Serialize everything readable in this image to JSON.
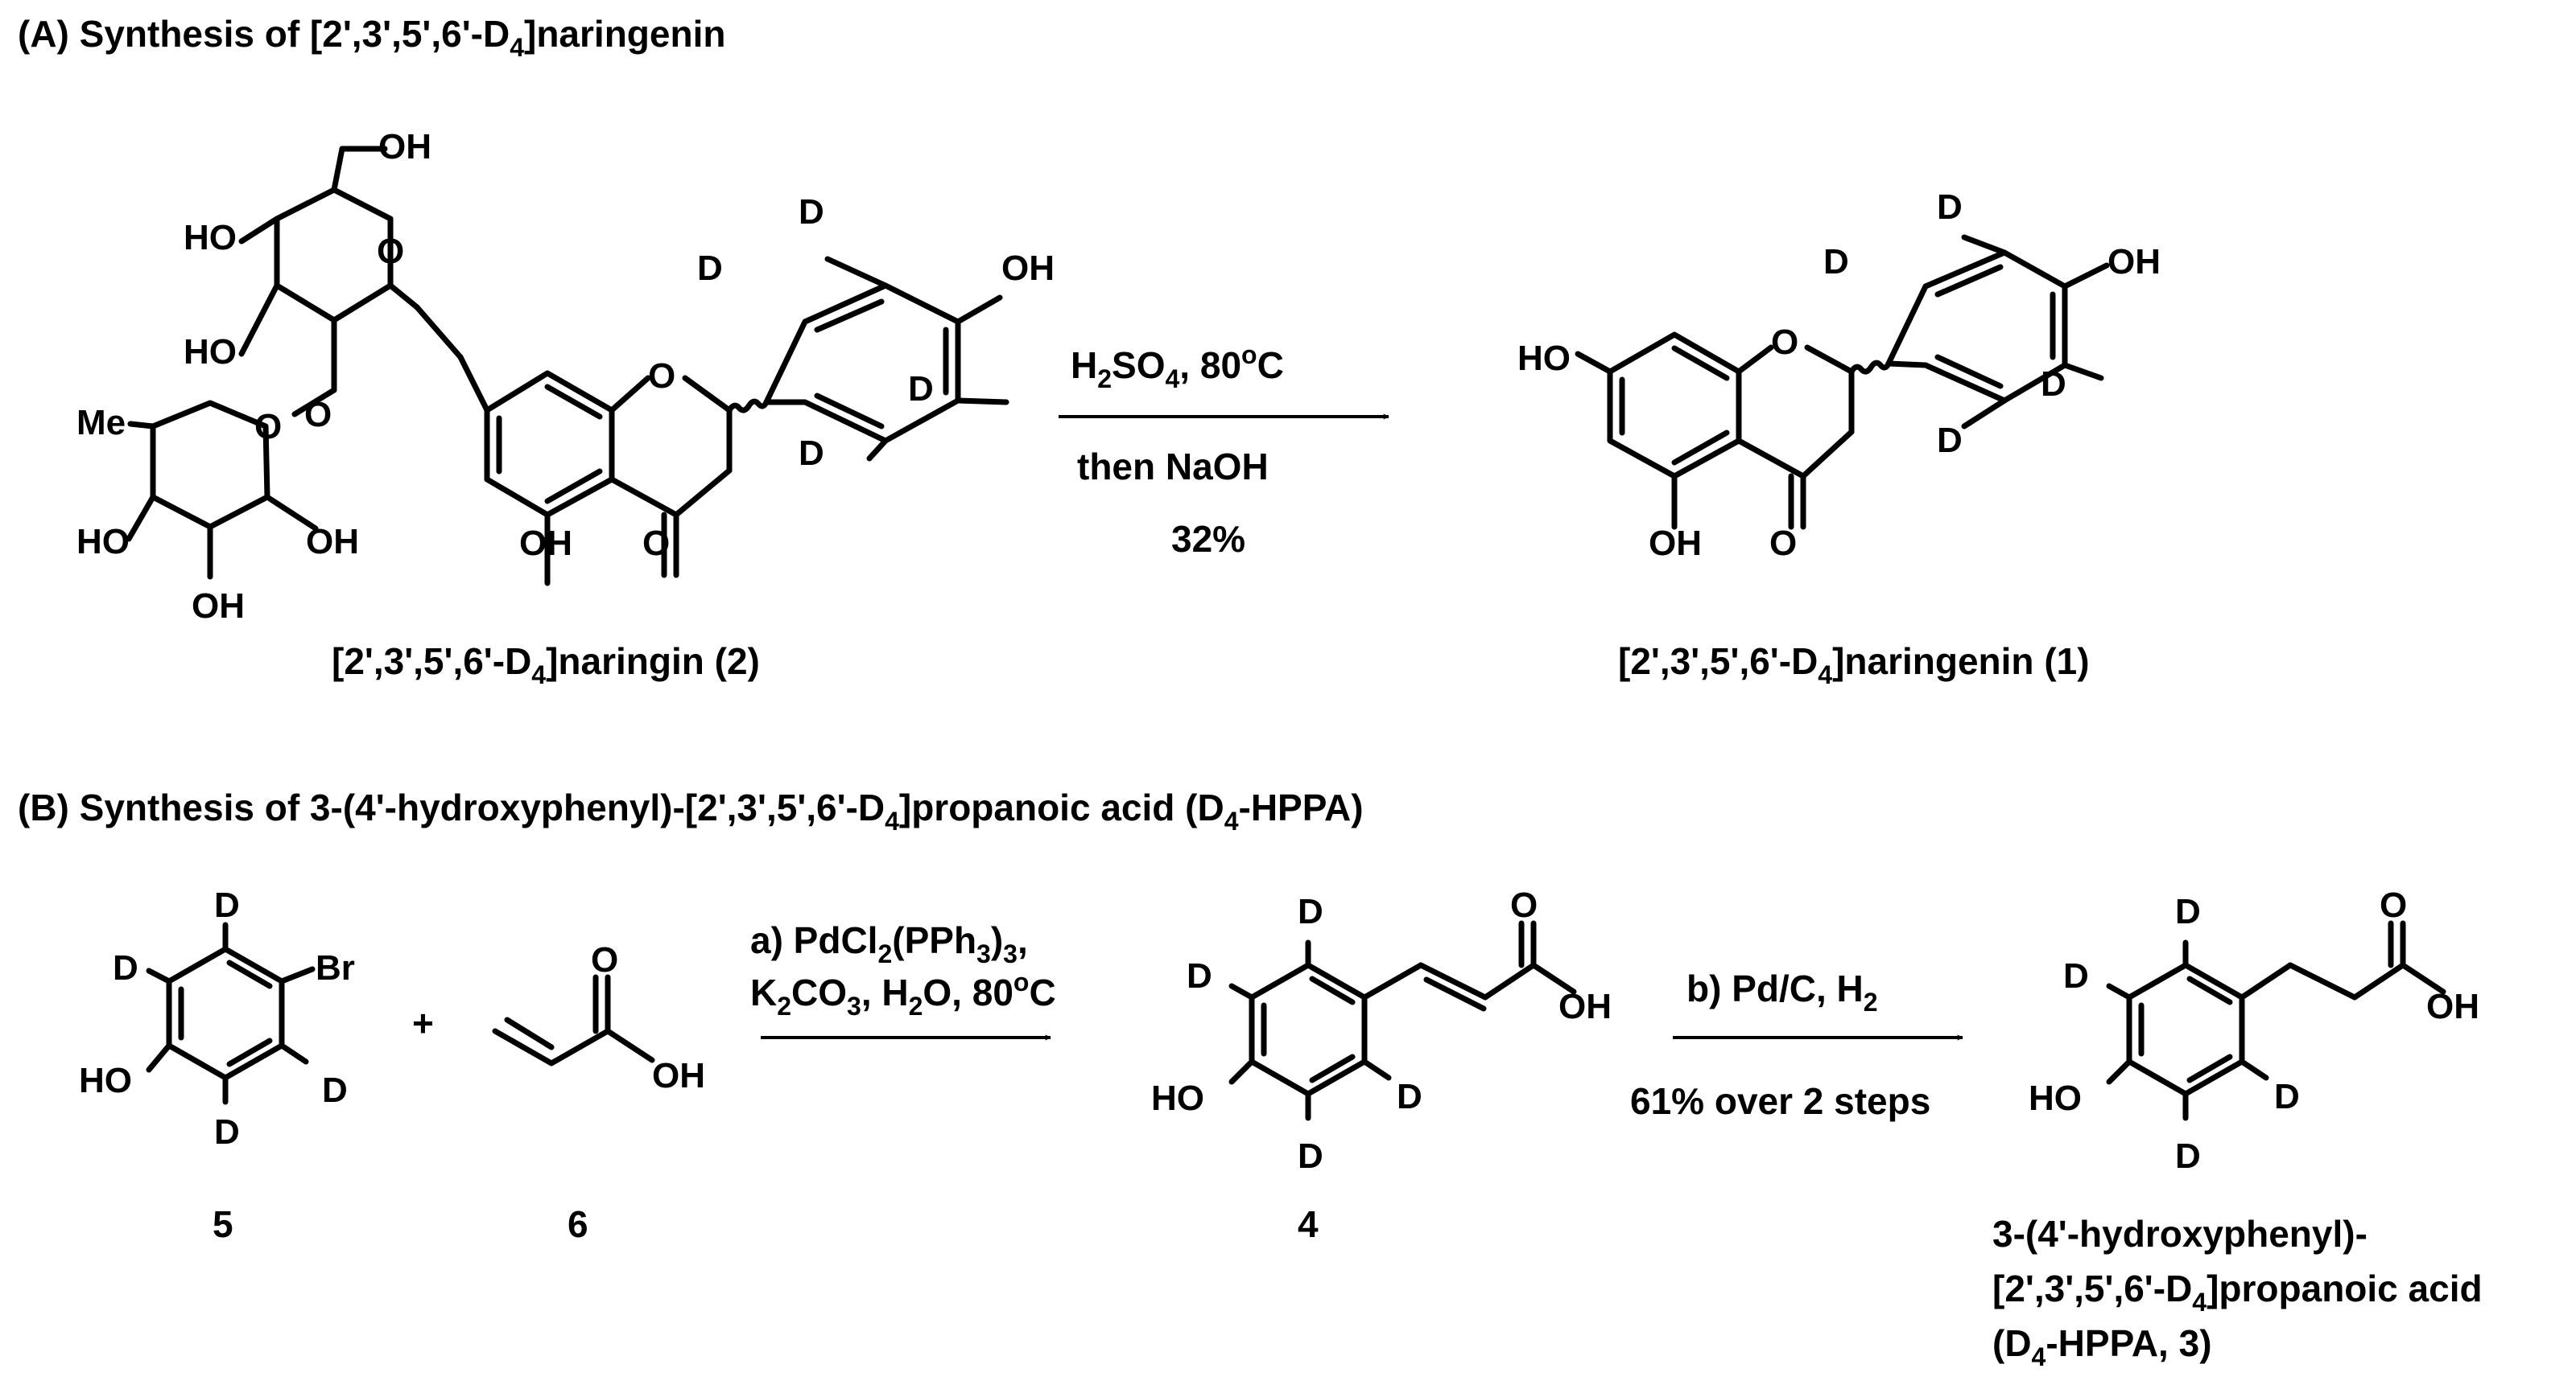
{
  "colors": {
    "deuterium": "#ee1111",
    "ink": "#000000"
  },
  "part_a": {
    "heading": {
      "prefix": "(A) Synthesis of [2',3',5',6'-D",
      "sub": "4",
      "suffix": "]naringenin"
    },
    "start": {
      "atoms": {
        "oh_top": "OH",
        "ho_ring1": "HO",
        "o_ring1": "O",
        "ho_ring2": "HO",
        "me": "Me",
        "o_ring2": "O",
        "o_link": "O",
        "ho_bl": "HO",
        "oh_br": "OH",
        "oh_bottom": "OH",
        "o_chroman": "O",
        "oh_chroman": "OH",
        "o_ketone": "O",
        "oh_phenyl": "OH"
      },
      "deuterium": [
        "D",
        "D",
        "D",
        "D"
      ],
      "label": {
        "prefix": "[2',3',5',6'-D",
        "sub": "4",
        "suffix": "]naringin (2)"
      }
    },
    "reagents": {
      "l1": {
        "a": "H",
        "s1": "2",
        "b": "SO",
        "s2": "4",
        "c": ", 80",
        "sup": "o",
        "d": "C"
      },
      "l2": "then NaOH",
      "l3": "32%"
    },
    "product": {
      "atoms": {
        "ho_left": "HO",
        "o_chroman": "O",
        "oh_bottom": "OH",
        "o_ketone": "O",
        "oh_phenyl": "OH"
      },
      "deuterium": [
        "D",
        "D",
        "D",
        "D"
      ],
      "label": {
        "prefix": "[2',3',5',6'-D",
        "sub": "4",
        "suffix": "]naringenin (1)"
      }
    }
  },
  "part_b": {
    "heading": {
      "prefix": "(B) Synthesis of 3-(4'-hydroxyphenyl)-[2',3',5',6'-D",
      "sub": "4",
      "suffix": "]propanoic acid (D",
      "sub2": "4",
      "suffix2": "-HPPA)"
    },
    "compound_5": {
      "br": "Br",
      "ho": "HO",
      "deuterium": [
        "D",
        "D",
        "D",
        "D"
      ],
      "number": "5"
    },
    "plus": "+",
    "compound_6": {
      "o": "O",
      "oh": "OH",
      "number": "6"
    },
    "step_a": {
      "l1": {
        "a": "a) PdCl",
        "s1": "2",
        "b": "(PPh",
        "s2": "3",
        "c": ")",
        "s3": "3",
        "d": ","
      },
      "l2": {
        "a": "K",
        "s1": "2",
        "b": "CO",
        "s2": "3",
        "c": ", H",
        "s3": "2",
        "d": "O, 80",
        "sup": "o",
        "e": "C"
      }
    },
    "compound_4": {
      "o": "O",
      "oh": "OH",
      "ho": "HO",
      "deuterium": [
        "D",
        "D",
        "D",
        "D"
      ],
      "number": "4"
    },
    "step_b": {
      "l1": {
        "a": "b) Pd/C, H",
        "s1": "2"
      },
      "l2": "61% over 2 steps"
    },
    "compound_3": {
      "o": "O",
      "oh": "OH",
      "ho": "HO",
      "deuterium": [
        "D",
        "D",
        "D",
        "D"
      ],
      "label_l1": "3-(4'-hydroxyphenyl)-",
      "label_l2": {
        "prefix": "[2',3',5',6'-D",
        "sub": "4",
        "suffix": "]propanoic acid"
      },
      "label_l3": {
        "prefix": "(D",
        "sub": "4",
        "suffix": "-HPPA, 3)"
      }
    }
  }
}
